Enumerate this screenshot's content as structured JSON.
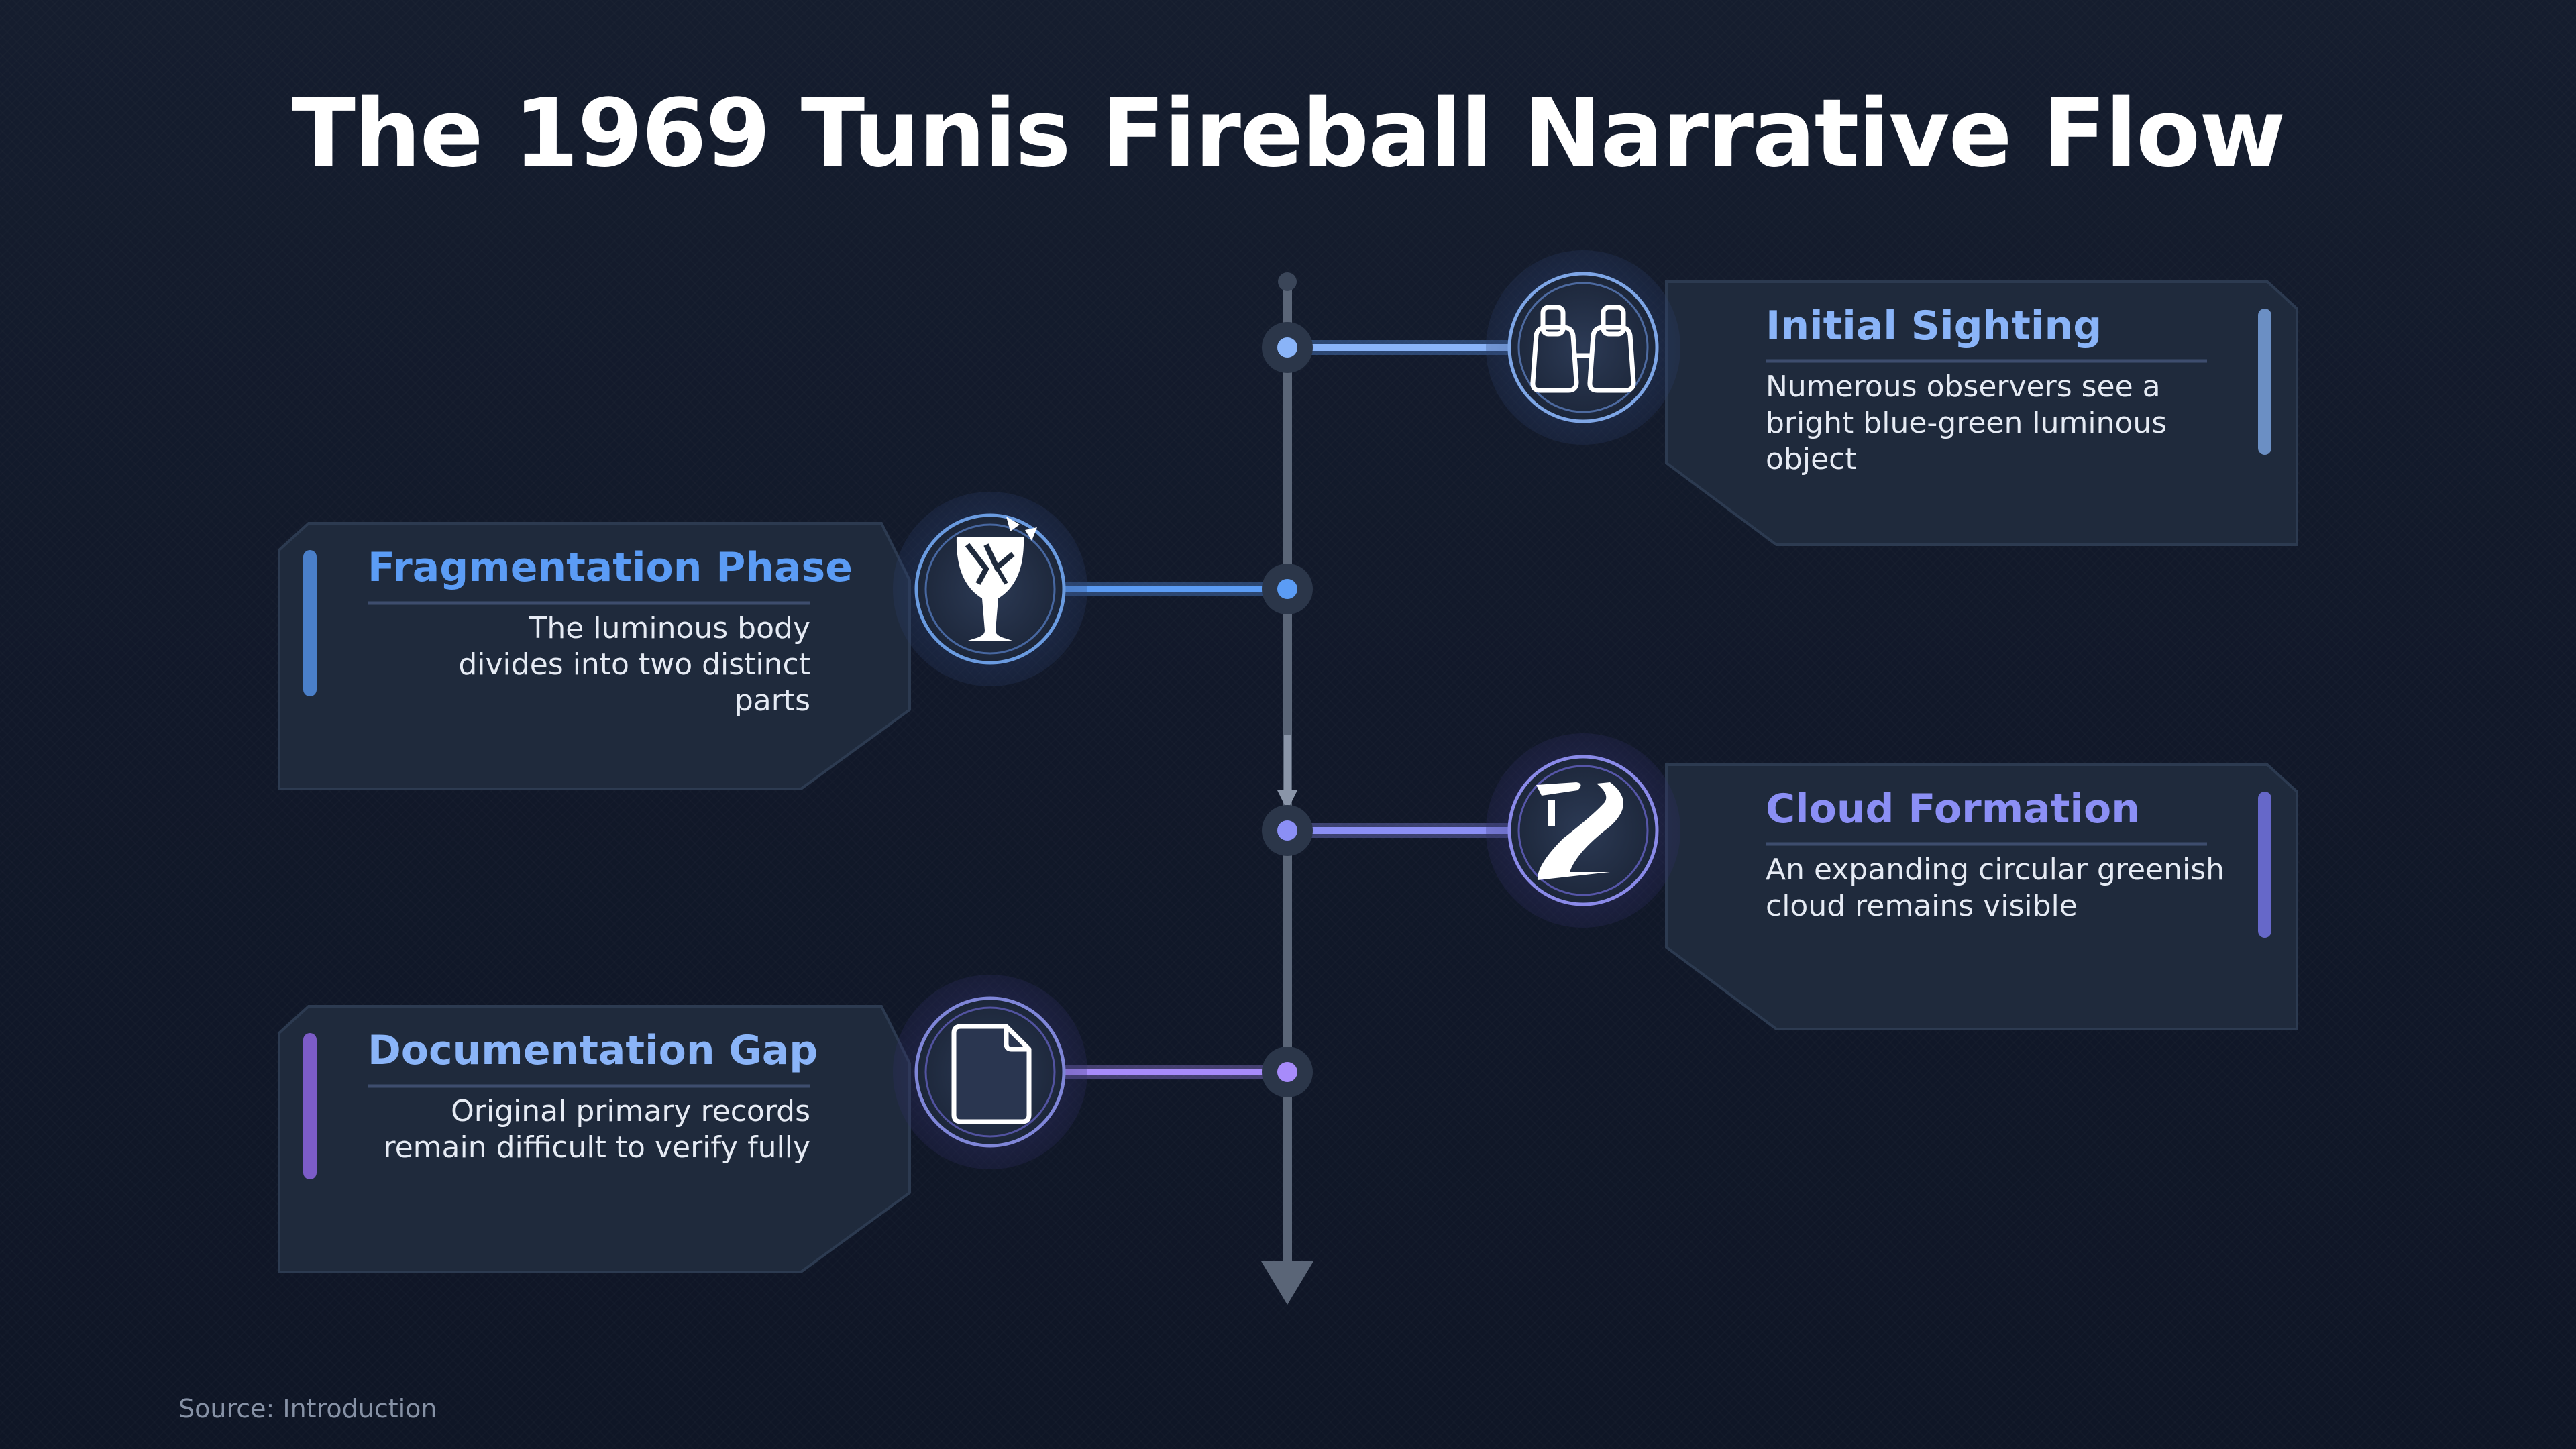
{
  "title": "The 1969 Tunis Fireball Narrative Flow",
  "source": "Source: Introduction",
  "colors": {
    "blue_light": "#8ab4f8",
    "blue": "#5b9cf5",
    "indigo": "#8b8ff5",
    "violet": "#a78bfa",
    "card_bg": "#1f2a3c",
    "axis": "#5a6577"
  },
  "steps": [
    {
      "title": "Initial Sighting",
      "description": "Numerous observers see a bright blue-green luminous object",
      "icon": "binoculars-icon"
    },
    {
      "title": "Fragmentation Phase",
      "description": "The luminous body divides into two distinct parts",
      "icon": "broken-glass-icon"
    },
    {
      "title": "Cloud Formation",
      "description": "An expanding circular greenish cloud remains visible",
      "icon": "winding-road-icon"
    },
    {
      "title": "Documentation Gap",
      "description": "Original primary records remain difficult to verify fully",
      "icon": "document-icon"
    }
  ]
}
